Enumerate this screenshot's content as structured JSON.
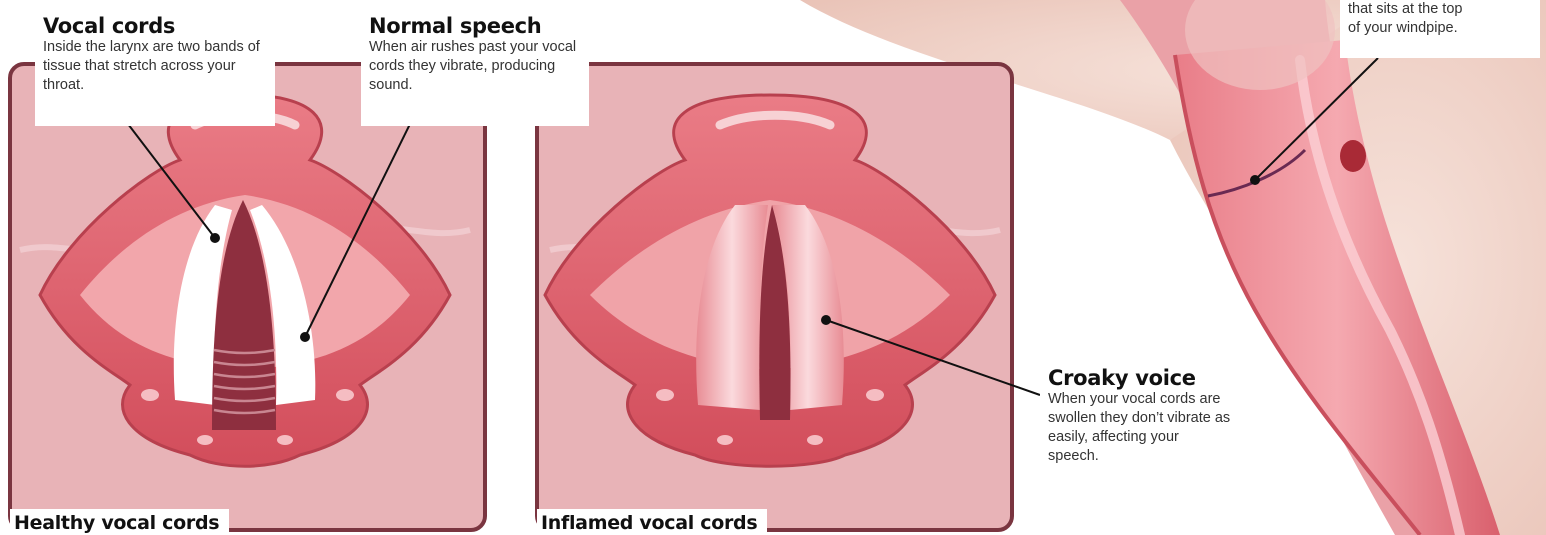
{
  "callouts": {
    "vocal_cords": {
      "title": "Vocal cords",
      "body": "Inside the larynx are two bands of tissue that stretch across your throat."
    },
    "normal_speech": {
      "title": "Normal speech",
      "body": "When air rushes past your vocal cords they vibrate, producing sound."
    },
    "croaky_voice": {
      "title": "Croaky voice",
      "body": "When your vocal cords are swollen they don’t vibrate as easily, affecting your speech."
    },
    "windpipe": {
      "line1": "that sits at the top",
      "line2": "of your windpipe."
    }
  },
  "panels": {
    "healthy": {
      "label": "Healthy vocal cords"
    },
    "inflamed": {
      "label": "Inflamed vocal cords"
    }
  },
  "colors": {
    "panel_bg": "#e7b2b6",
    "panel_border": "#7a3540",
    "lip": "#e05f6b",
    "lip_highlight": "#f7c9cc",
    "inner": "#f3a9ad",
    "cord_white": "#ffffff",
    "glottis": "#8e2f3f",
    "neck_skin": "#f2d8cf",
    "pipe": "#e57f89"
  }
}
